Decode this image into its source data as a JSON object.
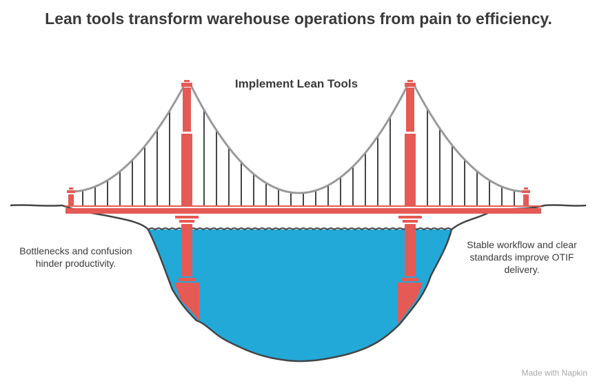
{
  "title": "Lean tools transform warehouse operations from pain to efficiency.",
  "bridge_label": "Implement Lean Tools",
  "left_label": "Bottlenecks and confusion hinder productivity.",
  "right_label": "Stable workflow and clear standards improve OTIF delivery.",
  "watermark": "Made with  Napkin",
  "colors": {
    "tower": "#e55a54",
    "water": "#22a9d8",
    "cable": "#999999",
    "ground": "#444444"
  }
}
